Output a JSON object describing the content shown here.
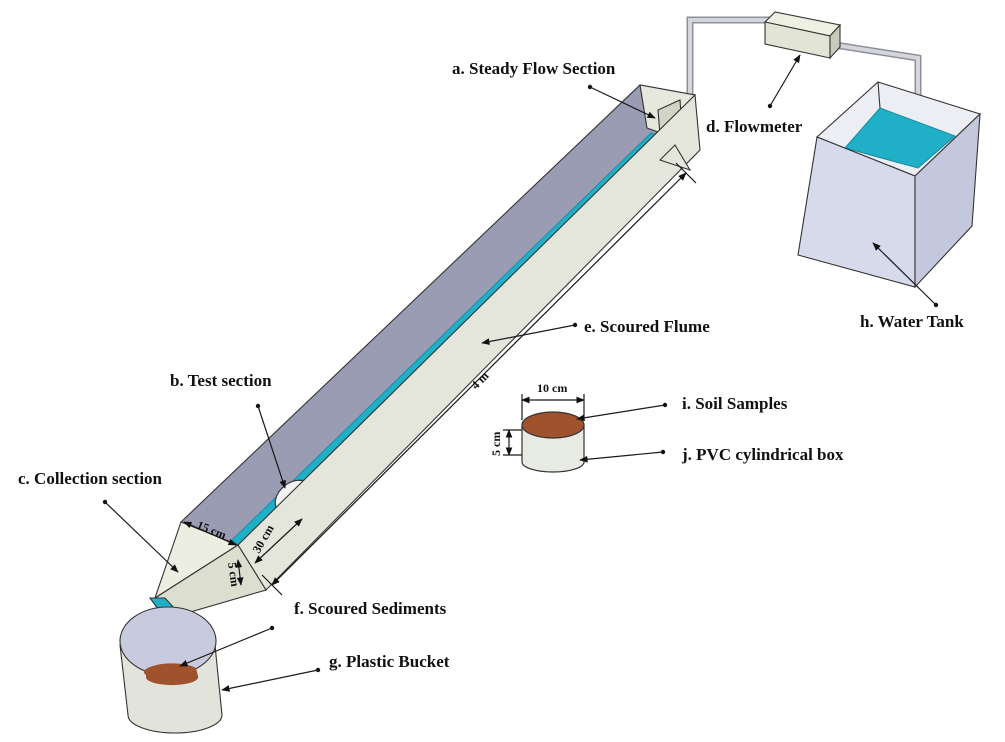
{
  "labels": {
    "a": "a. Steady Flow Section",
    "b": "b. Test section",
    "c": "c. Collection section",
    "d": "d. Flowmeter",
    "e": "e. Scoured Flume",
    "f": "f. Scoured Sediments",
    "g": "g. Plastic Bucket",
    "h": "h. Water Tank",
    "i": "i. Soil Samples",
    "j": "j. PVC cylindrical box"
  },
  "dimensions": {
    "flume_length": "4 m",
    "flume_width": "15 cm",
    "test_section_length": "30 cm",
    "collection_depth": "5 cm",
    "sample_diameter": "10 cm",
    "sample_height": "5 cm"
  },
  "colors": {
    "water": "#1fb0c8",
    "wall_light": "#e4e6dc",
    "wall_shade": "#9a9cb4",
    "soil": "#a0522d",
    "tank_side": "#d6daea"
  }
}
